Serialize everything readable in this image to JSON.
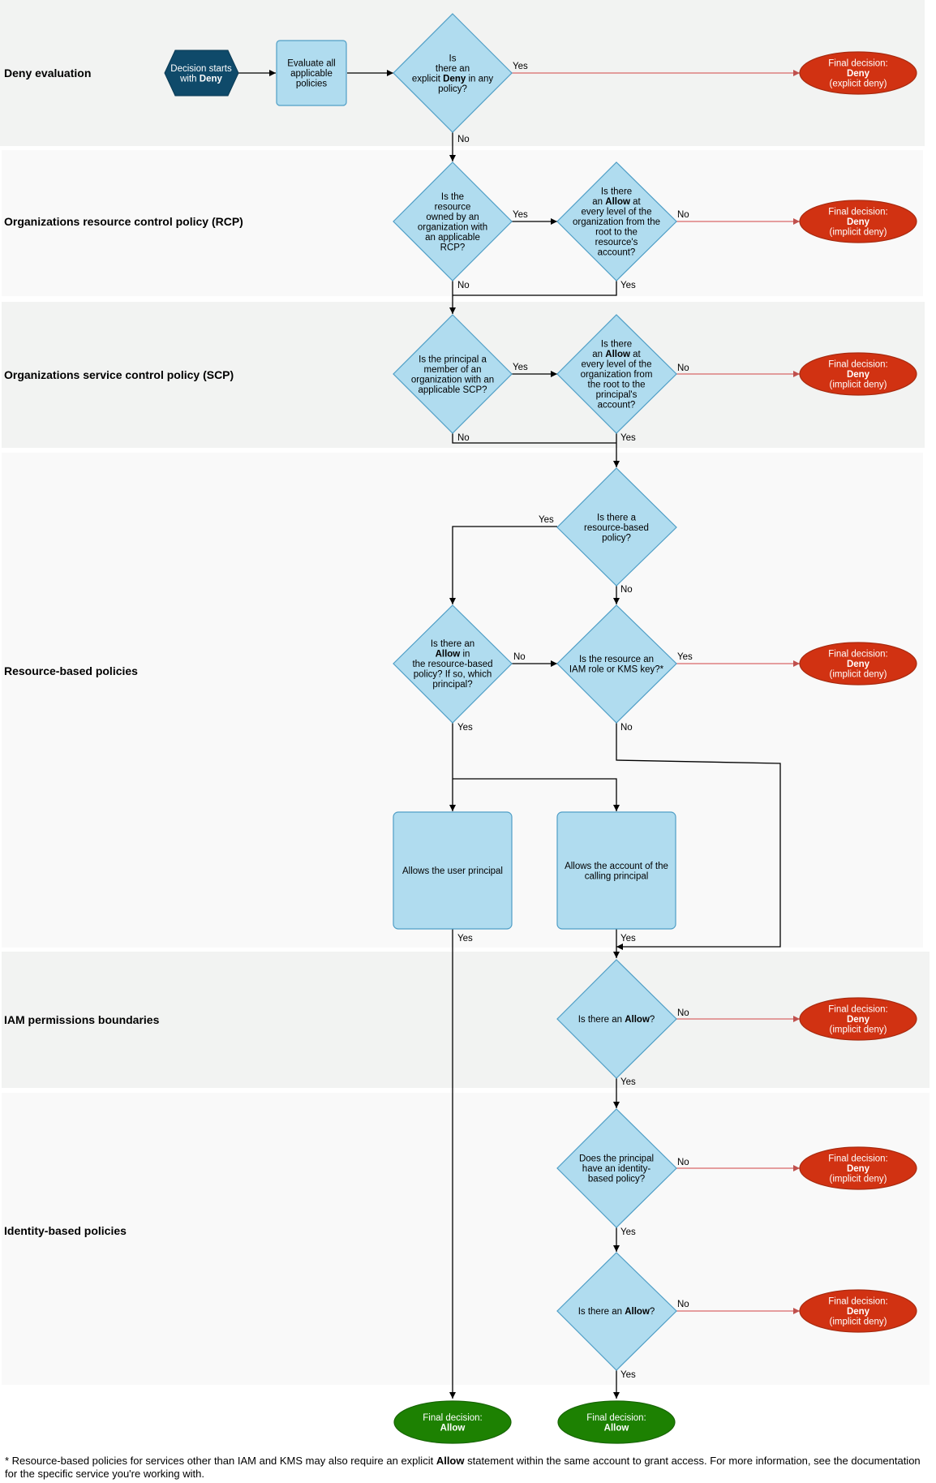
{
  "lanes": {
    "deny": "Deny evaluation",
    "rcp": "Organizations resource control policy (RCP)",
    "scp": "Organizations service control policy (SCP)",
    "rbp": "Resource-based policies",
    "pb": "IAM permissions boundaries",
    "ibp": "Identity-based policies"
  },
  "nodes": {
    "start": [
      "Decision starts",
      "with |Deny|"
    ],
    "evaluate": [
      "Evaluate all",
      "applicable",
      "policies"
    ],
    "d_explicit": [
      "Is",
      "there an",
      "explicit |Deny| in any",
      "policy?"
    ],
    "d_rcp_applies": [
      "Is the",
      "resource",
      "owned by an",
      "organization with",
      "an applicable",
      "RCP?"
    ],
    "d_rcp_allow": [
      "Is there",
      "an |Allow| at",
      "every level of the",
      "organization from the",
      "root to the",
      "resource's",
      "account?"
    ],
    "d_scp_applies": [
      "Is the principal a",
      "member of an",
      "organization with an",
      "applicable SCP?"
    ],
    "d_scp_allow": [
      "Is there",
      "an |Allow| at",
      "every level of the",
      "organization from",
      "the root to the",
      "principal's",
      "account?"
    ],
    "d_rbp_exists": [
      "Is there a",
      "resource-based",
      "policy?"
    ],
    "d_rbp_allow": [
      "Is there an",
      "|Allow| in",
      "the resource-based",
      "policy? If so, which",
      "principal?"
    ],
    "d_iam_kms": [
      "Is the resource an",
      "IAM role or KMS key?*"
    ],
    "allow_user": [
      "Allows the user principal"
    ],
    "allow_account": [
      "Allows the account of the",
      "calling principal"
    ],
    "d_pb_allow": [
      "Is there an |Allow|?"
    ],
    "d_ibp_exists": [
      "Does the principal",
      "have an identity-",
      "based policy?"
    ],
    "d_ibp_allow": [
      "Is there an |Allow|?"
    ],
    "final_explicit_deny": [
      "Final decision:",
      "|Deny|",
      "(explicit deny)"
    ],
    "final_rcp_deny": [
      "Final decision:",
      "|Deny|",
      "(implicit deny)"
    ],
    "final_scp_deny": [
      "Final decision:",
      "|Deny|",
      "(implicit deny)"
    ],
    "final_rbp_deny": [
      "Final decision:",
      "|Deny|",
      "(implicit deny)"
    ],
    "final_pb_deny": [
      "Final decision:",
      "|Deny|",
      "(implicit deny)"
    ],
    "final_ibp_deny": [
      "Final decision:",
      "|Deny|",
      "(implicit deny)"
    ],
    "final_ibp2_deny": [
      "Final decision:",
      "|Deny|",
      "(implicit deny)"
    ],
    "final_allow_1": [
      "Final decision:",
      "|Allow|"
    ],
    "final_allow_2": [
      "Final decision:",
      "|Allow|"
    ]
  },
  "edge_labels": {
    "yes": "Yes",
    "no": "No"
  },
  "footnote": {
    "before": "* Resource-based policies for services other than IAM and KMS may also require an explicit ",
    "bold": "Allow",
    "after": " statement within the same account to grant access. For more information, see the documentation for the specific service you're working with."
  },
  "colors": {
    "lane_dark": "#f2f3f2",
    "lane_light": "#f9f9f9",
    "decision_fill": "#b0dcef",
    "decision_stroke": "#4f9ec6",
    "start_fill": "#0f4a6a",
    "deny_fill": "#d13212",
    "allow_fill": "#1d8102",
    "deny_edge": "#d9686a"
  }
}
